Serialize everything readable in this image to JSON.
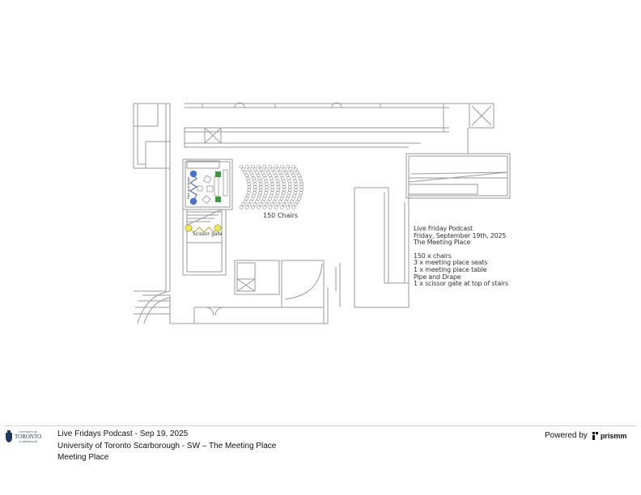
{
  "floorplan": {
    "chairs_label": "150 Chairs",
    "scissor_gate_label": "Scissor gate",
    "pipe_drape_label": "Pipe and drape",
    "notes": [
      "Live Friday Podcast",
      "Friday, September 19th, 2025",
      "The Meeting Place",
      "",
      "150 x chairs",
      "3 x meeting place seats",
      "1 x meeting place table",
      "Pipe and Drape",
      "1 x scissor gate at top of stairs"
    ],
    "colors": {
      "wall": "#9a9a9a",
      "pipe_drape": "#4a6fd8",
      "scissor_gate": "#f2e64a",
      "marker": "#3a9a3a"
    }
  },
  "footer": {
    "logo": {
      "line1": "UNIVERSITY OF",
      "line2": "TORONTO",
      "line3": "SCARBOROUGH"
    },
    "line1": "Live Fridays Podcast - Sep 19, 2025",
    "line2": "University of Toronto Scarborough - SW – The Meeting Place",
    "line3": "Meeting Place",
    "powered_by": "Powered by",
    "brand": "prismm"
  }
}
